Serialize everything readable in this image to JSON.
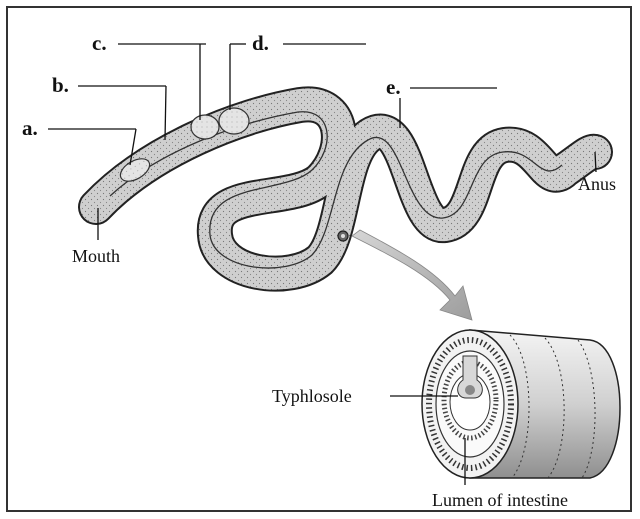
{
  "diagram": {
    "blank_labels": [
      {
        "id": "a",
        "text": "a."
      },
      {
        "id": "b",
        "text": "b."
      },
      {
        "id": "c",
        "text": "c."
      },
      {
        "id": "d",
        "text": "d."
      },
      {
        "id": "e",
        "text": "e."
      }
    ],
    "terms": {
      "mouth": "Mouth",
      "anus": "Anus",
      "typhlosole": "Typhlosole",
      "lumen": "Lumen of intestine"
    }
  },
  "colors": {
    "body_fill": "#c9c9c9",
    "gut_fill": "#e6e6e6",
    "outline": "#222222",
    "arrow": "#b3b3b3"
  }
}
